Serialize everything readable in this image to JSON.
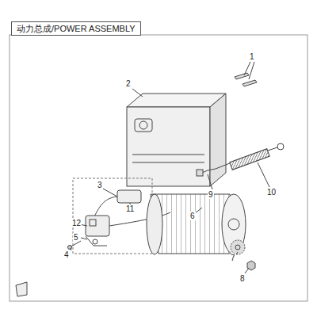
{
  "diagram": {
    "title": "动力总成/POWER ASSEMBLY",
    "labels": [
      "1",
      "2",
      "3",
      "4",
      "5",
      "6",
      "7",
      "8",
      "9",
      "10",
      "11",
      "12"
    ]
  }
}
